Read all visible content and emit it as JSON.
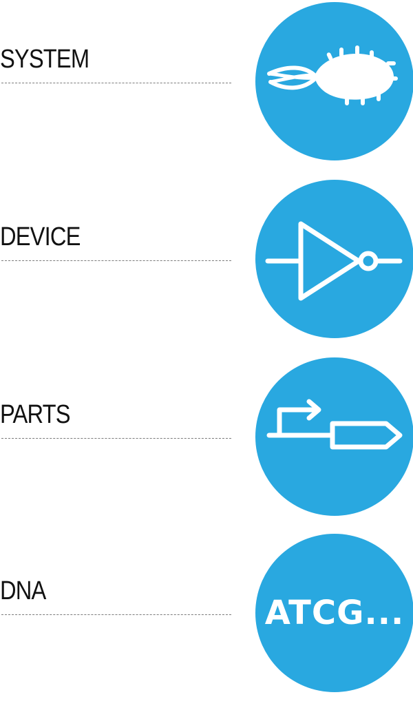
{
  "accent_color": "#29a8e0",
  "levels": [
    {
      "label": "SYSTEM",
      "icon": "bacterium-icon"
    },
    {
      "label": "DEVICE",
      "icon": "not-gate-icon"
    },
    {
      "label": "PARTS",
      "icon": "promoter-gene-icon"
    },
    {
      "label": "DNA",
      "icon": "dna-sequence-icon",
      "sequence": "ATCG..."
    }
  ]
}
